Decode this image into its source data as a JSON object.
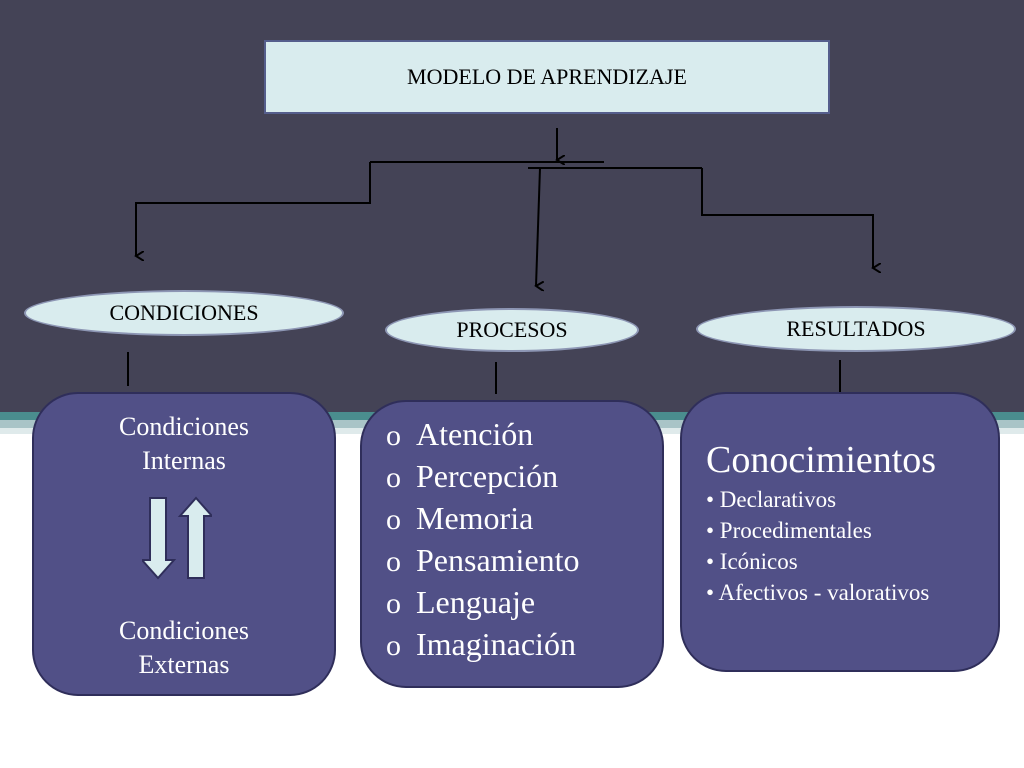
{
  "title": "MODELO DE APRENDIZAJE",
  "condiciones": {
    "label": "CONDICIONES",
    "internas_line1": "Condiciones",
    "internas_line2": "Internas",
    "externas_line1": "Condiciones",
    "externas_line2": "Externas"
  },
  "procesos": {
    "label": "PROCESOS",
    "items": [
      "Atención",
      "Percepción",
      "Memoria",
      "Pensamiento",
      "Lenguaje",
      "Imaginación"
    ],
    "bullet": "o"
  },
  "resultados": {
    "label": "RESULTADOS",
    "heading": "Conocimientos",
    "items": [
      "•  Declarativos",
      "• Procedimentales",
      "• Icónicos",
      "• Afectivos - valorativos"
    ]
  },
  "colors": {
    "background_top": "#444356",
    "light_box": "#d9ecee",
    "content_box": "#515087",
    "stripe_teal": "#4a8d8e",
    "stripe_light": "#a9c4c7"
  }
}
